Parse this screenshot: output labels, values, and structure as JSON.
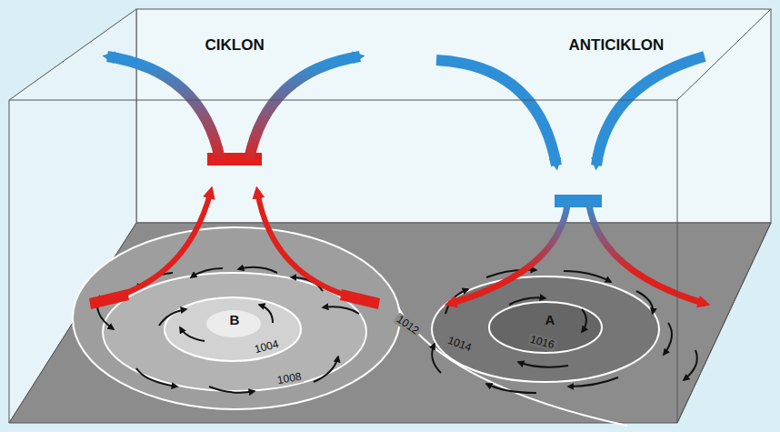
{
  "diagram": {
    "labels": [
      "CIKLON",
      "ANTICIKLON",
      "B",
      "1004",
      "1012",
      "A",
      "1014",
      "1016",
      "1008"
    ]
  }
}
